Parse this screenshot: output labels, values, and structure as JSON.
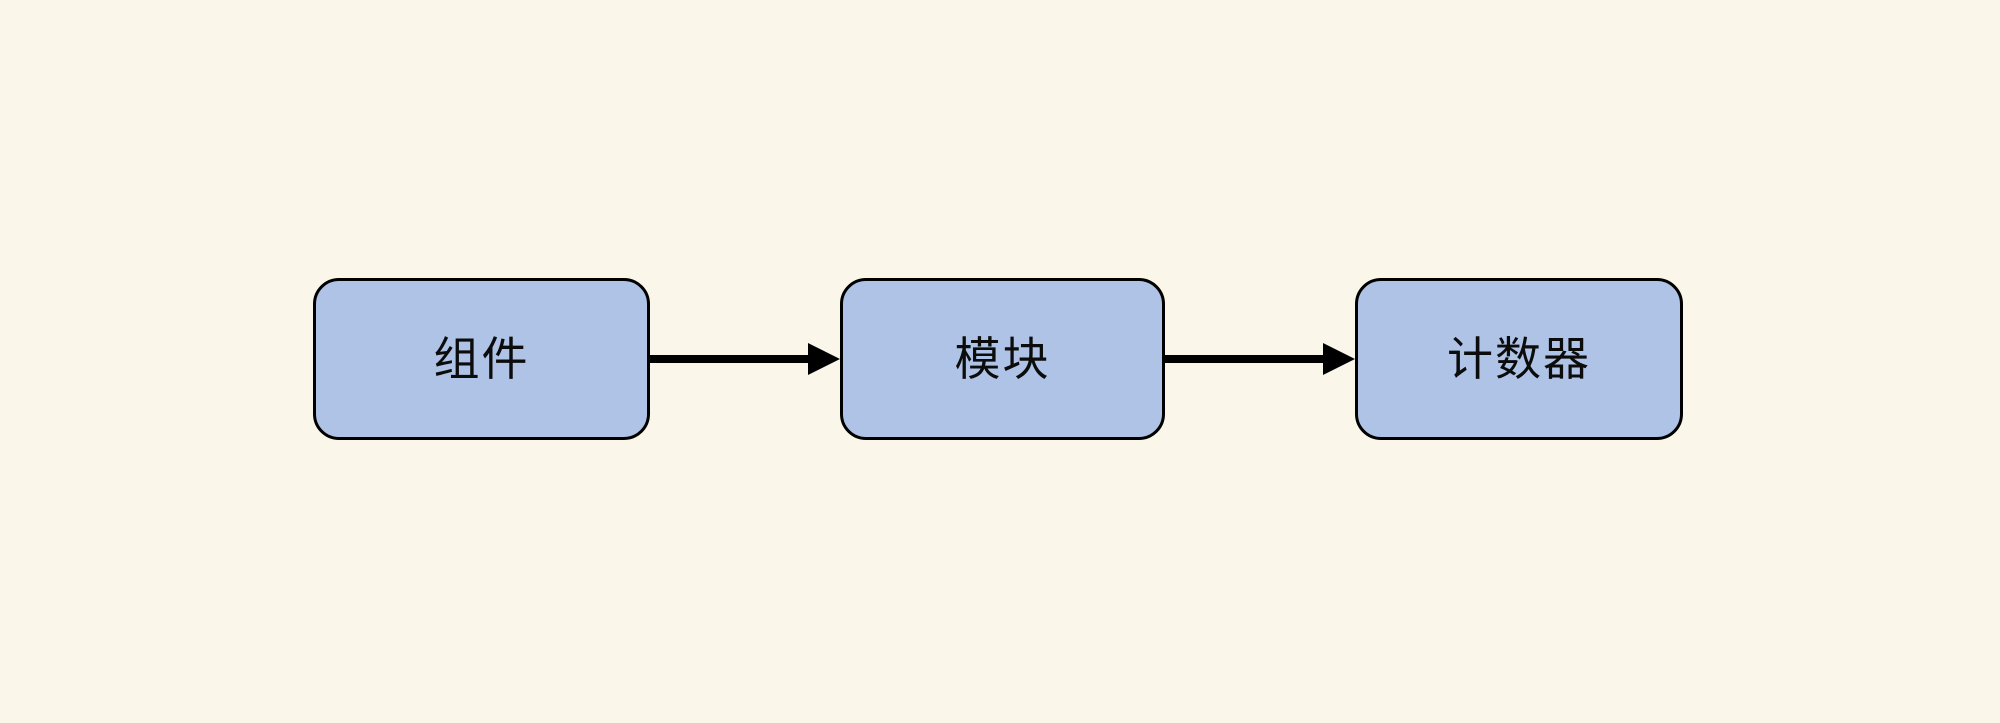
{
  "diagram": {
    "type": "flowchart",
    "direction": "left-to-right",
    "background_color": "#FAF6E9",
    "node_fill_color": "#AEC3E5",
    "node_border_color": "#000000",
    "arrow_color": "#000000",
    "text_color": "#0C0C0C",
    "nodes": [
      {
        "id": "component",
        "label": "组件"
      },
      {
        "id": "module",
        "label": "模块"
      },
      {
        "id": "counter",
        "label": "计数器"
      }
    ],
    "edges": [
      {
        "from": "组件",
        "to": "模块"
      },
      {
        "from": "模块",
        "to": "计数器"
      }
    ]
  }
}
